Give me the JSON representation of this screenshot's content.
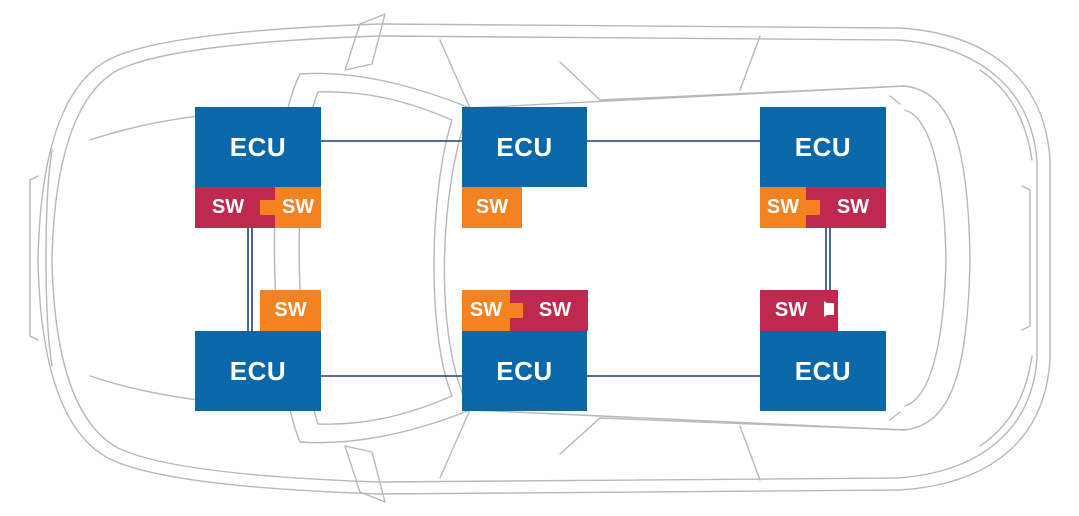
{
  "labels": {
    "ecu": "ECU",
    "sw": "SW"
  },
  "colors": {
    "ecu_blue": "#0a67a8",
    "sw_red": "#bf2950",
    "sw_orange": "#f58220",
    "bus_line": "#243f7a",
    "car_outline": "#b8b8b8"
  },
  "ecus": [
    {
      "id": "front-left",
      "label": "ECU"
    },
    {
      "id": "center-left",
      "label": "ECU"
    },
    {
      "id": "rear-left",
      "label": "ECU"
    },
    {
      "id": "front-right",
      "label": "ECU"
    },
    {
      "id": "center-right",
      "label": "ECU"
    },
    {
      "id": "rear-right",
      "label": "ECU"
    }
  ],
  "switches": [
    {
      "id": "front-left-a",
      "label": "SW",
      "color": "red"
    },
    {
      "id": "front-left-b",
      "label": "SW",
      "color": "orange"
    },
    {
      "id": "center-left-a",
      "label": "SW",
      "color": "orange"
    },
    {
      "id": "rear-left-a",
      "label": "SW",
      "color": "orange"
    },
    {
      "id": "rear-left-b",
      "label": "SW",
      "color": "red"
    },
    {
      "id": "front-right-a",
      "label": "SW",
      "color": "orange"
    },
    {
      "id": "center-right-a",
      "label": "SW",
      "color": "orange"
    },
    {
      "id": "center-right-b",
      "label": "SW",
      "color": "red"
    },
    {
      "id": "rear-right-a",
      "label": "SW",
      "color": "red"
    }
  ]
}
